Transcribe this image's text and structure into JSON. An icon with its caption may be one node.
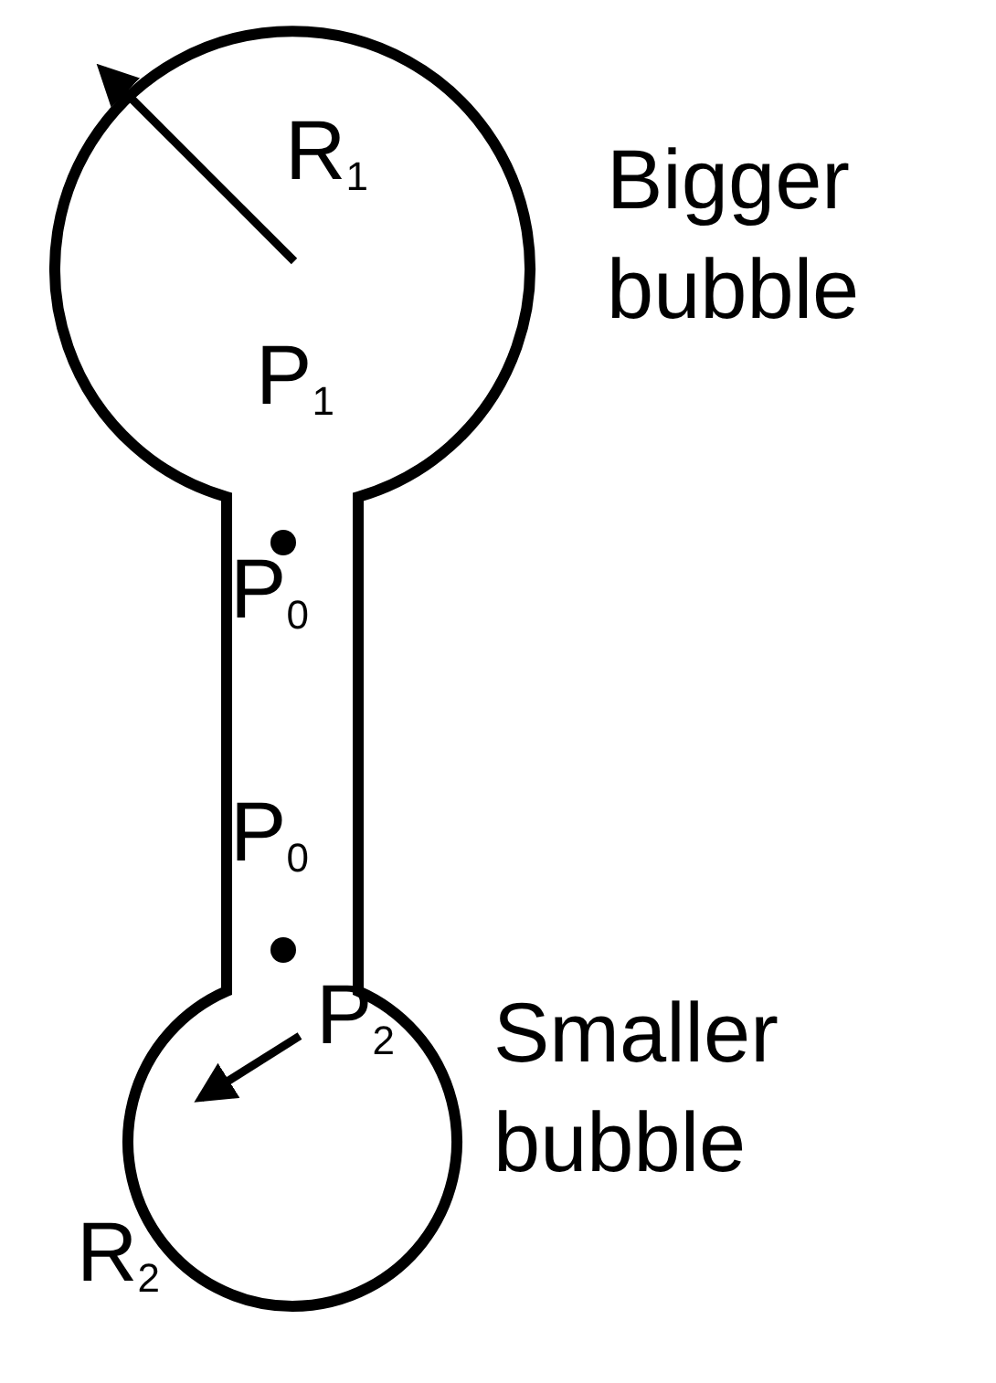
{
  "diagram": {
    "labels": [
      "R$_{1}$",
      "Bigger bubble",
      "P$_{1}$",
      "P$_{0}$",
      "P$_{0}$",
      "Smaller bubble",
      "P$_{2}$",
      "R$_{2}$"
    ]
  }
}
